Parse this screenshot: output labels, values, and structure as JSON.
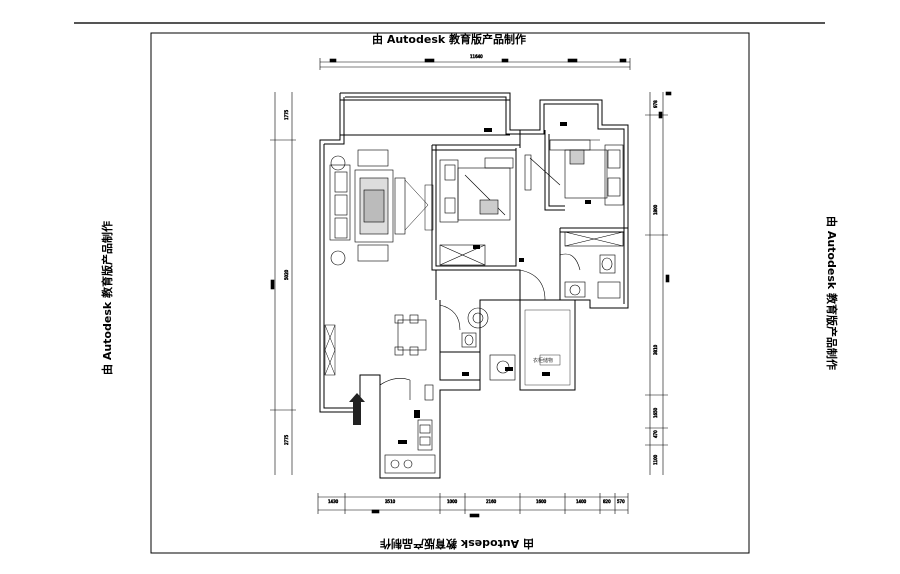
{
  "watermark": {
    "top": "由 Autodesk 教育版产品制作",
    "bottom": "由 Autodesk 教育版产品制作",
    "left": "由 Autodesk 教育版产品制作",
    "right": "由 Autodesk 教育版产品制作"
  },
  "dimensions": {
    "top_total": "11640",
    "bottom": [
      "1430",
      "3510",
      "1000",
      "2160",
      "1600",
      "1400",
      "820",
      "570"
    ],
    "left": [
      "1775",
      "5020",
      "2775"
    ],
    "right": [
      "978",
      "1800",
      "3810",
      "1650",
      "470",
      "1100"
    ]
  },
  "labels": {
    "room_small": "衣柜储物"
  }
}
